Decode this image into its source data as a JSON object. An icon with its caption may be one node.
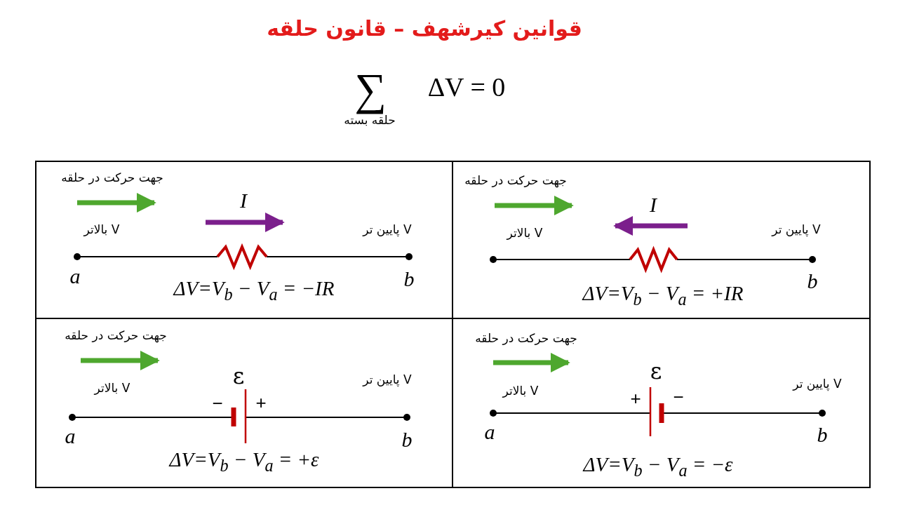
{
  "diagram": {
    "title": "قوانین کیرشهف – قانون حلقه",
    "labels": [
      "∑",
      "ΔV = 0",
      "حلقه بسته",
      "جهت حرکت در حلقه",
      "I",
      "V بالاتر",
      "V پایین تر",
      "a",
      "b",
      "ΔV=V$_{b}$ − V$_{a}$ = −IR",
      "جهت حرکت در حلقه",
      "I",
      "V بالاتر",
      "V پایین تر",
      "b",
      "ΔV=V$_{b}$ − V$_{a}$ = +IR",
      "جهت حرکت در حلقه",
      "ε",
      "−",
      "+",
      "V بالاتر",
      "V پایین تر",
      "a",
      "b",
      "ΔV=V$_{b}$ − V$_{a}$ = +ε",
      "جهت حرکت در حلقه",
      "ε",
      "+",
      "−",
      "V بالاتر",
      "V پایین تر",
      "a",
      "b",
      "ΔV=V$_{b}$ − V$_{a}$ = −ε"
    ]
  }
}
